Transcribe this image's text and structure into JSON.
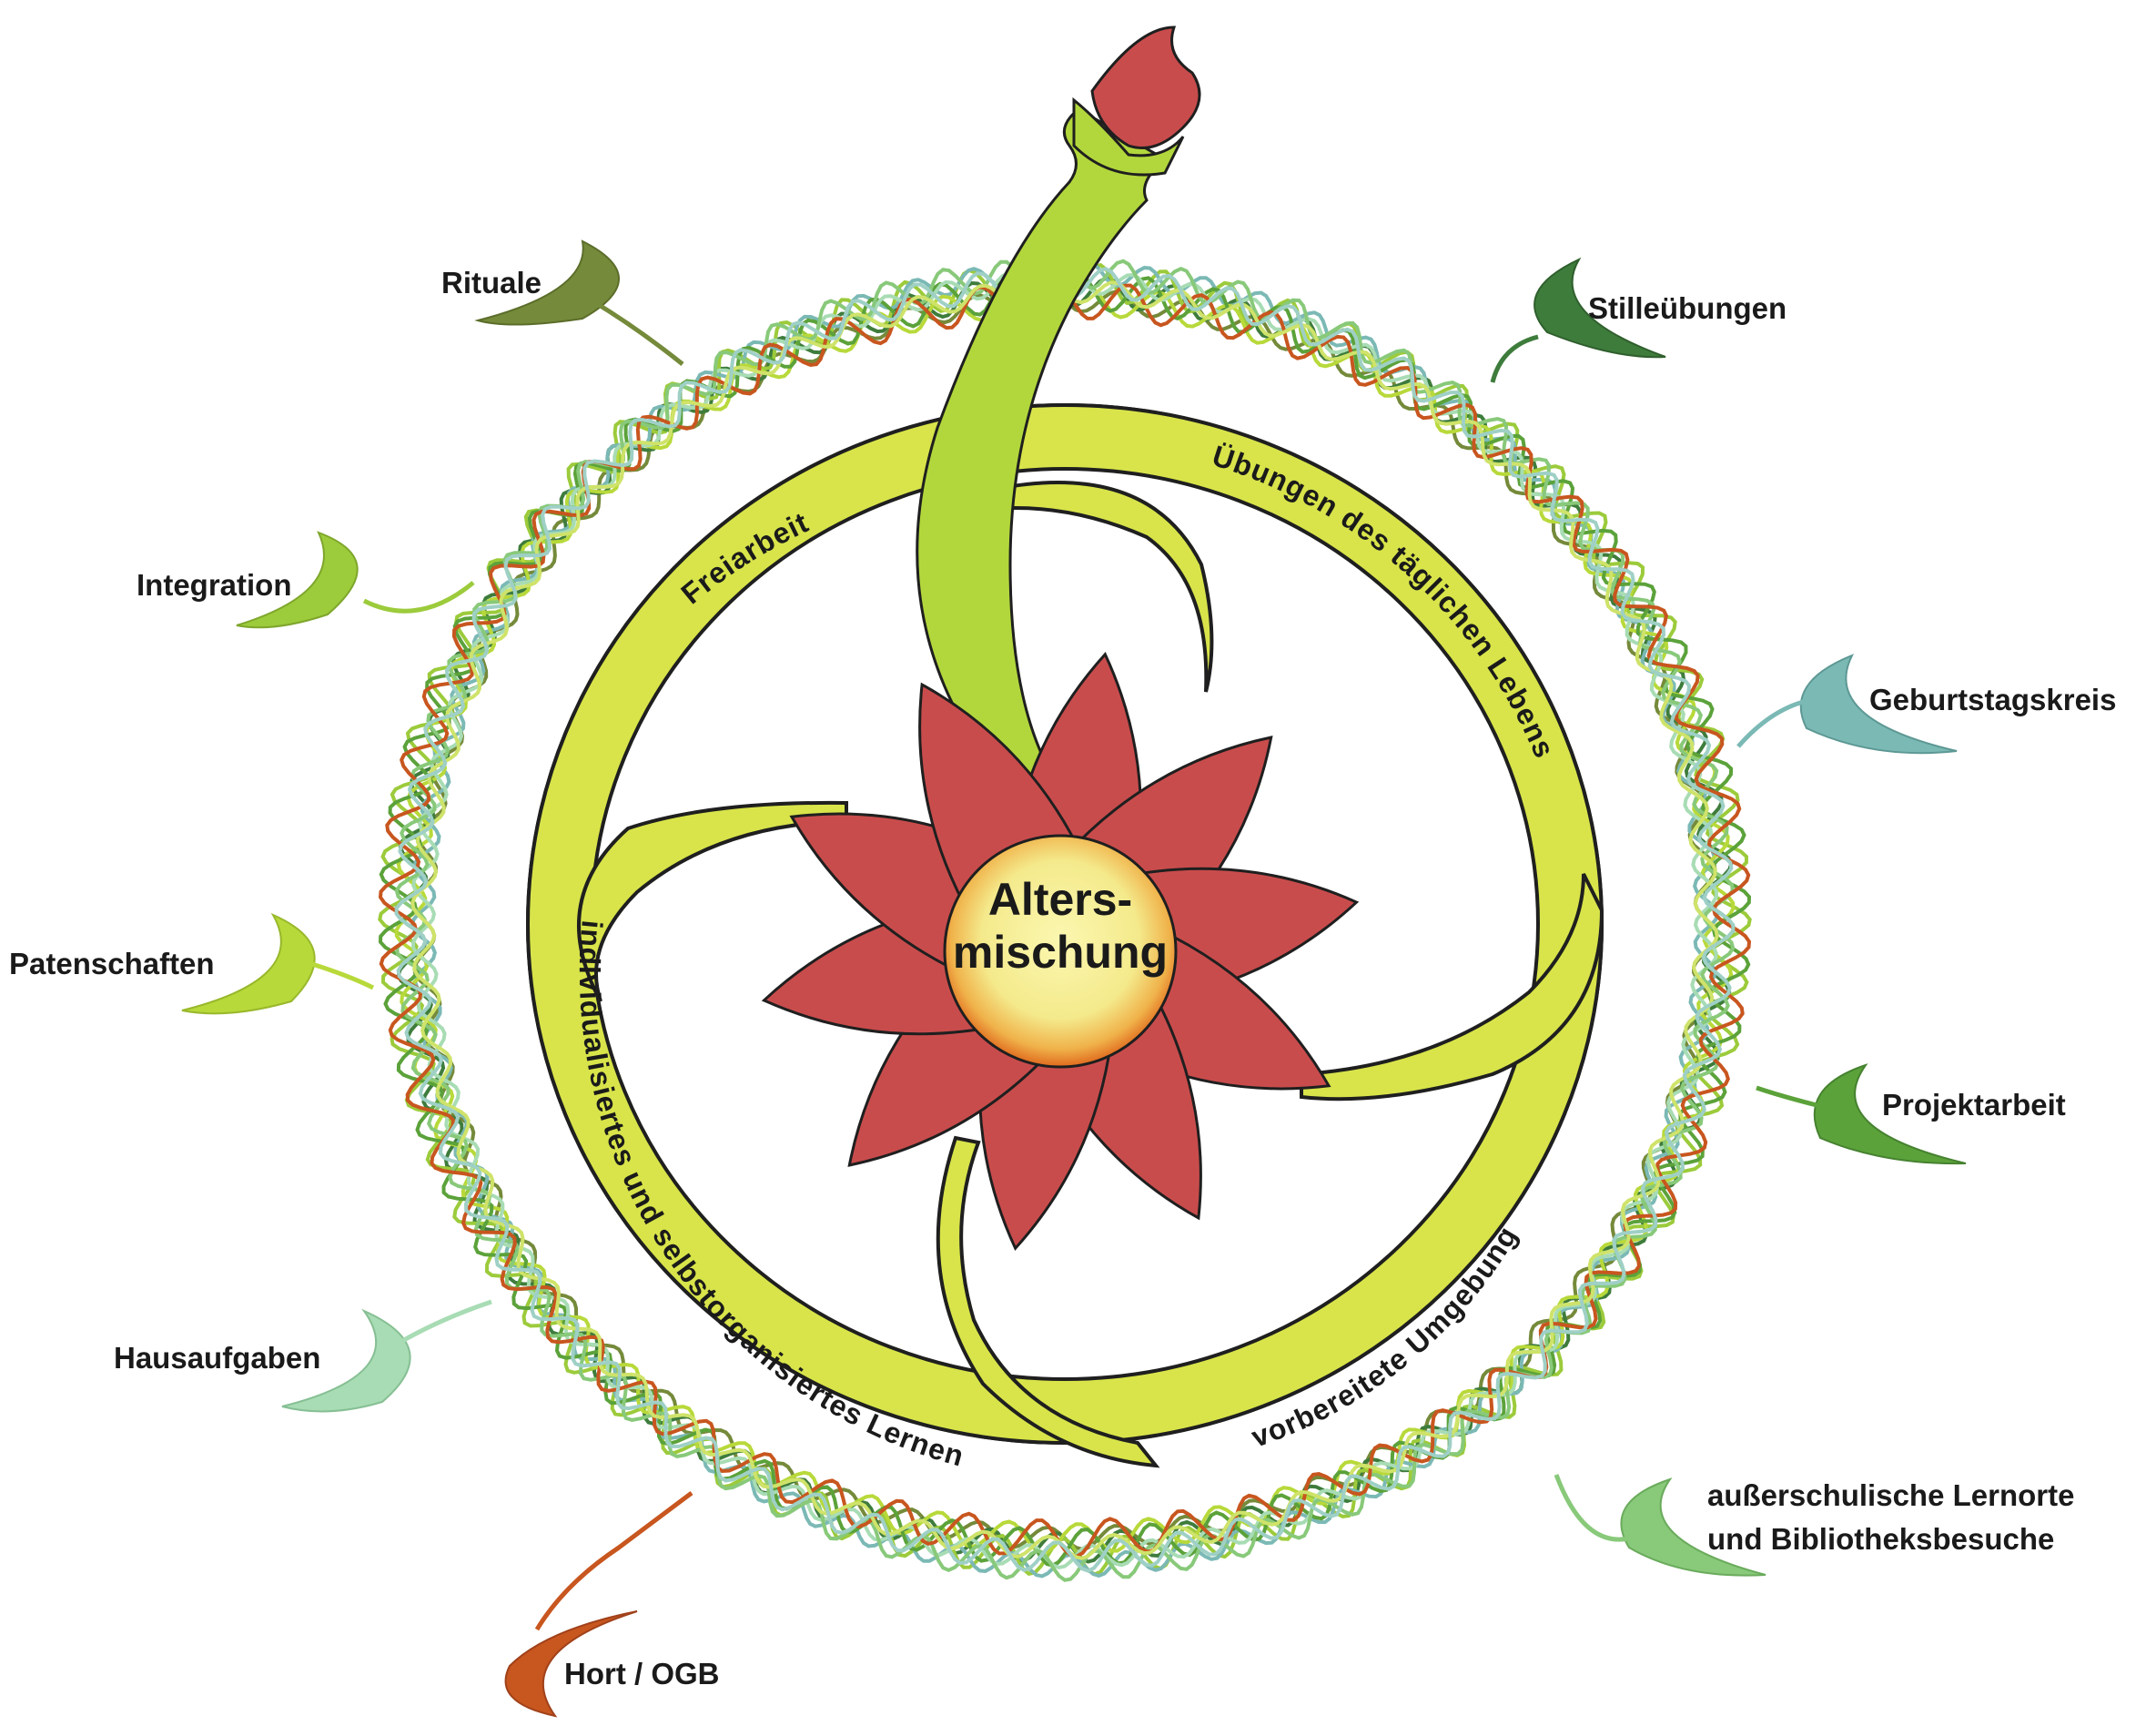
{
  "center": {
    "line1": "Alters-",
    "line2": "mischung"
  },
  "ring_labels": {
    "freiarbeit": "Freiarbeit",
    "uebungen": "Übungen des täglichen Lebens",
    "individualisiert": "individualisiertes und selbstorganisiertes Lernen",
    "umgebung": "vorbereitete Umgebung"
  },
  "leaves": [
    {
      "id": "rituale",
      "label": "Rituale",
      "color": "#758a3a"
    },
    {
      "id": "stille",
      "label": "Stilleübungen",
      "color": "#3e7c3c"
    },
    {
      "id": "integration",
      "label": "Integration",
      "color": "#9ccb3b"
    },
    {
      "id": "geburtstag",
      "label": "Geburtstagskreis",
      "color": "#7bb9b5"
    },
    {
      "id": "paten",
      "label": "Patenschaften",
      "color": "#b8d93a"
    },
    {
      "id": "projekt",
      "label": "Projektarbeit",
      "color": "#5ba23a"
    },
    {
      "id": "hausaufgaben",
      "label": "Hausaufgaben",
      "color": "#a8dcb4"
    },
    {
      "id": "ausser",
      "label_line1": "außerschulische Lernorte",
      "label_line2": "und Bibliotheksbesuche",
      "color": "#88c97a"
    },
    {
      "id": "hort",
      "label": "Hort / OGB",
      "color": "#c8561f"
    }
  ],
  "colors": {
    "petal": "#c94c4c",
    "stem": "#b2d73c",
    "band": "#d8e44a",
    "center_light": "#f7f3a0",
    "center_dark": "#e06a1e"
  }
}
